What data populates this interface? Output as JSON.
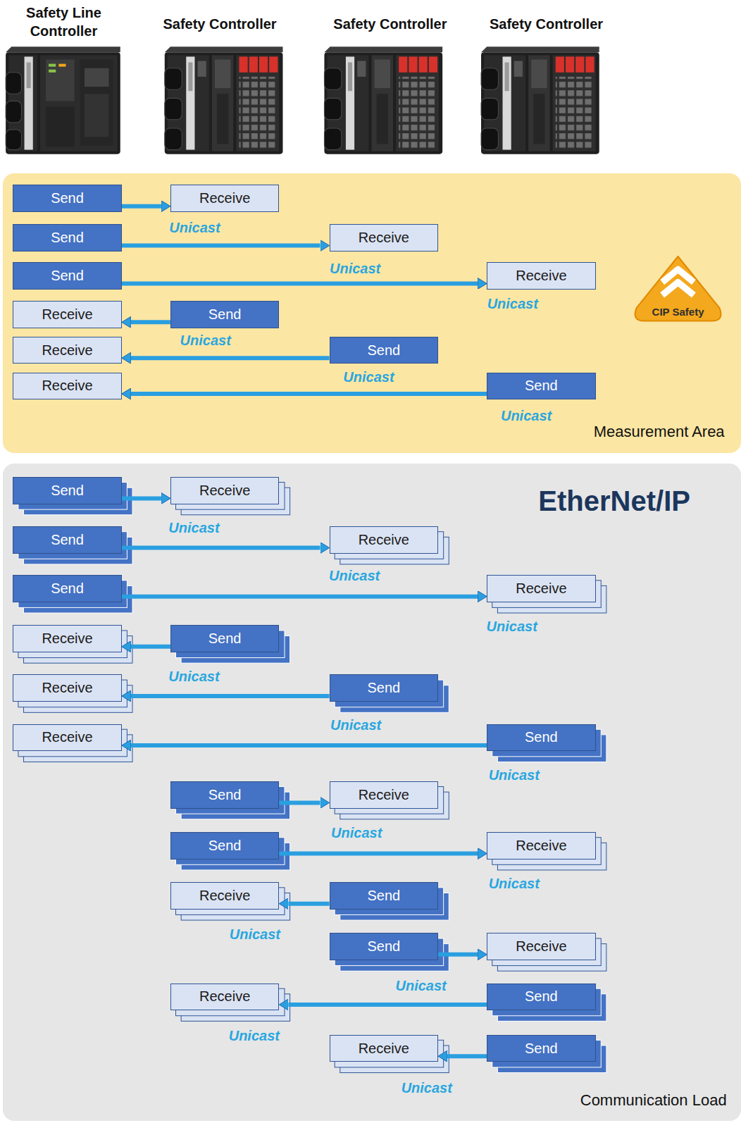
{
  "diagram": {
    "nodes": [
      {
        "text": [
          "Measurement Area"
        ]
      },
      {
        "text": [
          "Send"
        ],
        "in": 0
      },
      {
        "text": [
          "Receive"
        ],
        "in": 0
      },
      {
        "text": [
          "Send"
        ],
        "in": 0
      },
      {
        "text": [
          "Receive"
        ],
        "in": 0
      },
      {
        "text": [
          "Send"
        ],
        "in": 0
      },
      {
        "text": [
          "Receive"
        ],
        "in": 0
      },
      {
        "text": [
          "Receive"
        ],
        "in": 0
      },
      {
        "text": [
          "Send"
        ],
        "in": 0
      },
      {
        "text": [
          "Receive"
        ],
        "in": 0
      },
      {
        "text": [
          "Send"
        ],
        "in": 0
      },
      {
        "text": [
          "Receive"
        ],
        "in": 0
      },
      {
        "text": [
          "Send"
        ],
        "in": 0
      },
      {
        "text": [
          "Communication Load"
        ]
      },
      {
        "text": [
          "Send"
        ],
        "in": 13
      },
      {
        "text": [
          "Receive"
        ],
        "in": 13
      },
      {
        "text": [
          "Send"
        ],
        "in": 13
      },
      {
        "text": [
          "Receive"
        ],
        "in": 13
      },
      {
        "text": [
          "Send"
        ],
        "in": 13
      },
      {
        "text": [
          "Receive"
        ],
        "in": 13
      },
      {
        "text": [
          "Receive"
        ],
        "in": 13
      },
      {
        "text": [
          "Send"
        ],
        "in": 13
      },
      {
        "text": [
          "Receive"
        ],
        "in": 13
      },
      {
        "text": [
          "Send"
        ],
        "in": 13
      },
      {
        "text": [
          "Receive"
        ],
        "in": 13
      },
      {
        "text": [
          "Send"
        ],
        "in": 13
      },
      {
        "text": [
          "Send"
        ],
        "in": 13
      },
      {
        "text": [
          "Receive"
        ],
        "in": 13
      },
      {
        "text": [
          "Send"
        ],
        "in": 13
      },
      {
        "text": [
          "Receive"
        ],
        "in": 13
      },
      {
        "text": [
          "Receive"
        ],
        "in": 13
      },
      {
        "text": [
          "Send"
        ],
        "in": 13
      },
      {
        "text": [
          "Send"
        ],
        "in": 13
      },
      {
        "text": [
          "Receive"
        ],
        "in": 13
      },
      {
        "text": [
          "Receive"
        ],
        "in": 13
      },
      {
        "text": [
          "Send"
        ],
        "in": 13
      },
      {
        "text": [
          "Receive"
        ],
        "in": 13
      },
      {
        "text": [
          "Send"
        ],
        "in": 13
      }
    ],
    "edges": [
      {
        "from": 1,
        "to": 2,
        "arrow": "to",
        "label": "Unicast"
      },
      {
        "from": 3,
        "to": 4,
        "arrow": "to",
        "label": "Unicast"
      },
      {
        "from": 5,
        "to": 6,
        "arrow": "to",
        "label": "Unicast"
      },
      {
        "from": 8,
        "to": 7,
        "arrow": "to",
        "label": "Unicast"
      },
      {
        "from": 10,
        "to": 9,
        "arrow": "to",
        "label": "Unicast"
      },
      {
        "from": 12,
        "to": 11,
        "arrow": "to",
        "label": "Unicast"
      },
      {
        "from": 14,
        "to": 15,
        "arrow": "to",
        "label": "Unicast"
      },
      {
        "from": 16,
        "to": 17,
        "arrow": "to",
        "label": "Unicast"
      },
      {
        "from": 18,
        "to": 19,
        "arrow": "to",
        "label": "Unicast"
      },
      {
        "from": 21,
        "to": 20,
        "arrow": "to",
        "label": "Unicast"
      },
      {
        "from": 23,
        "to": 22,
        "arrow": "to",
        "label": "Unicast"
      },
      {
        "from": 25,
        "to": 24,
        "arrow": "to",
        "label": "Unicast"
      },
      {
        "from": 26,
        "to": 27,
        "arrow": "to",
        "label": "Unicast"
      },
      {
        "from": 28,
        "to": 29,
        "arrow": "to",
        "label": "Unicast"
      },
      {
        "from": 31,
        "to": 30,
        "arrow": "to",
        "label": "Unicast"
      },
      {
        "from": 32,
        "to": 33,
        "arrow": "to",
        "label": "Unicast"
      },
      {
        "from": 35,
        "to": 34,
        "arrow": "to",
        "label": "Unicast"
      },
      {
        "from": 37,
        "to": 36,
        "arrow": "to",
        "label": "Unicast"
      }
    ],
    "labels": [
      "Safety Line Controller",
      "Safety Controller",
      "Safety Controller",
      "Safety Controller",
      "CIP Safety",
      "EtherNet/IP"
    ]
  }
}
